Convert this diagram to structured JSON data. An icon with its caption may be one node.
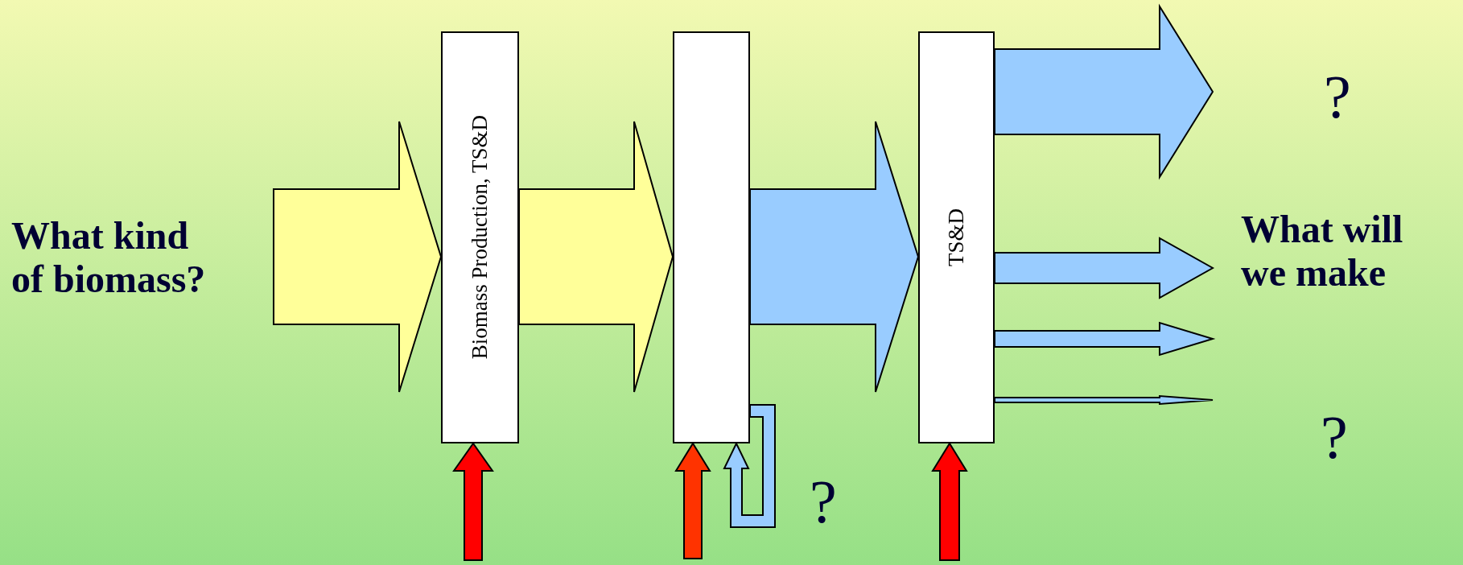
{
  "diagram": {
    "nodes": [
      {
        "text": [
          "What kind of biomass?"
        ]
      },
      {
        "text": [
          "Biomass Production, TS&D"
        ]
      },
      {
        "text": [],
        "shape": "box"
      },
      {
        "text": [
          "TS&D"
        ]
      }
    ],
    "edges": [
      {
        "from": 0,
        "to": 1,
        "arrow": "to",
        "color": "#ffff99"
      },
      {
        "from": 1,
        "to": 2,
        "arrow": "to",
        "color": "#ffff99"
      },
      {
        "from": 2,
        "to": 3,
        "arrow": "to"
      },
      {
        "from": 3,
        "to": null,
        "arrow": "to"
      },
      {
        "from": 3,
        "to": null,
        "arrow": "to"
      },
      {
        "from": 3,
        "to": null,
        "arrow": "to"
      },
      {
        "from": 3,
        "to": null,
        "arrow": "to"
      },
      {
        "from": null,
        "to": 1,
        "arrow": "to",
        "color": "#ff0000"
      },
      {
        "from": null,
        "to": 2,
        "arrow": "to",
        "color": "#ff3300"
      },
      {
        "from": null,
        "to": 3,
        "arrow": "to",
        "color": "#ff0000"
      },
      {
        "from": 2,
        "to": 2,
        "arrow": "to"
      }
    ],
    "labels": [
      "?",
      "What will we make",
      "?",
      "?"
    ]
  }
}
